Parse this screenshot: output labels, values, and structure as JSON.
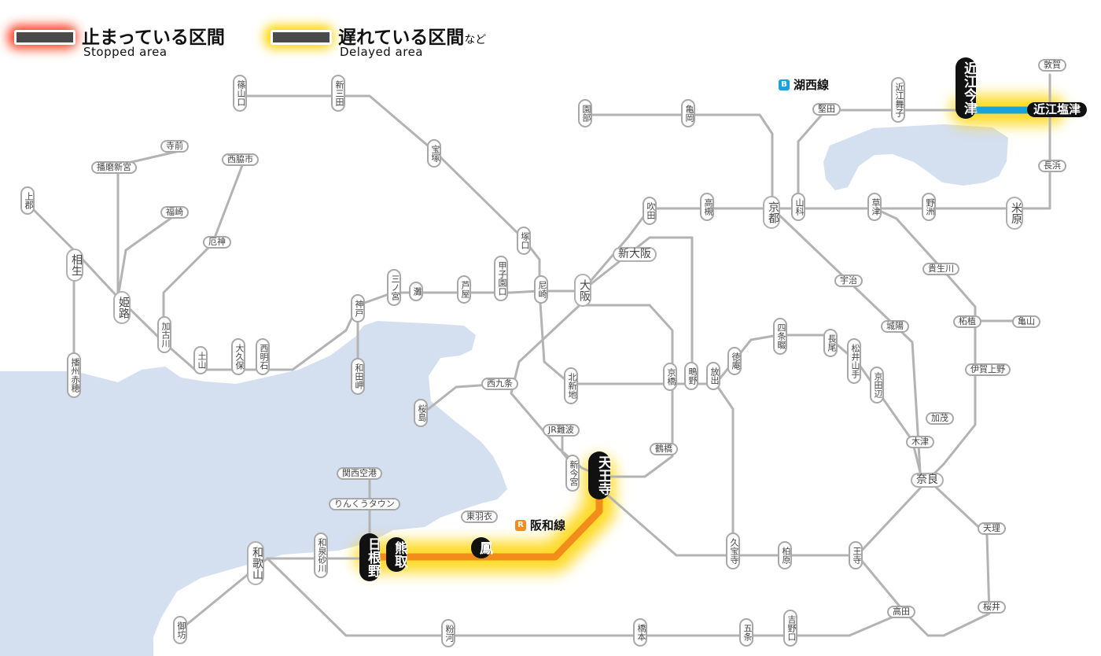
{
  "legend": {
    "stopped": {
      "label": "止まっている区間",
      "sub": "Stopped area",
      "glow": "#ff3b1f"
    },
    "delayed": {
      "label": "遅れている区間",
      "label_suffix": "など",
      "sub": "Delayed area",
      "glow": "#ffd400"
    }
  },
  "lines": {
    "kosei": {
      "badge": "B",
      "label": "湖西線",
      "color": "#1aa3d9"
    },
    "hanwa": {
      "badge": "R",
      "label": "阪和線",
      "color": "#f28c1a"
    }
  },
  "colors": {
    "water": "#d4dff0",
    "track": "#b3b3b3",
    "delay_glow": "#ffd400"
  },
  "stations": [
    {
      "id": "sasayamaguchi",
      "name": "篠山口"
    },
    {
      "id": "shinsanda",
      "name": "新三田"
    },
    {
      "id": "takarazuka",
      "name": "宝塚"
    },
    {
      "id": "sonobe",
      "name": "園部"
    },
    {
      "id": "kameoka",
      "name": "亀岡"
    },
    {
      "id": "katata",
      "name": "堅田"
    },
    {
      "id": "omimaiko",
      "name": "近江舞子"
    },
    {
      "id": "omiimazu",
      "name": "近江今津"
    },
    {
      "id": "tsuruga",
      "name": "敦賀"
    },
    {
      "id": "omishiotsu",
      "name": "近江塩津"
    },
    {
      "id": "nagahama",
      "name": "長浜"
    },
    {
      "id": "maibara",
      "name": "米原"
    },
    {
      "id": "yasu",
      "name": "野洲"
    },
    {
      "id": "kusatsu",
      "name": "草津"
    },
    {
      "id": "yamashina",
      "name": "山科"
    },
    {
      "id": "kyoto",
      "name": "京都"
    },
    {
      "id": "takatsuki",
      "name": "高槻"
    },
    {
      "id": "suita",
      "name": "吹田"
    },
    {
      "id": "shinosaka",
      "name": "新大阪"
    },
    {
      "id": "osaka",
      "name": "大阪"
    },
    {
      "id": "tsukaguchi",
      "name": "塚口"
    },
    {
      "id": "amagasaki",
      "name": "尼崎"
    },
    {
      "id": "koshienguchi",
      "name": "甲子園口"
    },
    {
      "id": "ashiya",
      "name": "芦屋"
    },
    {
      "id": "nada",
      "name": "灘"
    },
    {
      "id": "sannomiya",
      "name": "三ノ宮"
    },
    {
      "id": "kobe",
      "name": "神戸"
    },
    {
      "id": "wadamisaki",
      "name": "和田岬"
    },
    {
      "id": "nishiakashi",
      "name": "西明石"
    },
    {
      "id": "okubo",
      "name": "大久保"
    },
    {
      "id": "tsuchiyama",
      "name": "土山"
    },
    {
      "id": "kakogawa",
      "name": "加古川"
    },
    {
      "id": "yashiro",
      "name": "厄神"
    },
    {
      "id": "nishiwakishi",
      "name": "西脇市"
    },
    {
      "id": "fukusaki",
      "name": "福崎"
    },
    {
      "id": "teramae",
      "name": "寺前"
    },
    {
      "id": "harimashingu",
      "name": "播磨新宮"
    },
    {
      "id": "kamigori",
      "name": "上郡"
    },
    {
      "id": "aioi",
      "name": "相生"
    },
    {
      "id": "himeji",
      "name": "姫路"
    },
    {
      "id": "banshuako",
      "name": "播州赤穂"
    },
    {
      "id": "nishikujo",
      "name": "西九条"
    },
    {
      "id": "sakurajima",
      "name": "桜島"
    },
    {
      "id": "kitashinchi",
      "name": "北新地"
    },
    {
      "id": "kyobashi",
      "name": "京橋"
    },
    {
      "id": "shigino",
      "name": "鴫野"
    },
    {
      "id": "hanaten",
      "name": "放出"
    },
    {
      "id": "tsuruhashi",
      "name": "鶴橋"
    },
    {
      "id": "jrnamba",
      "name": "JR難波"
    },
    {
      "id": "shinimamiya",
      "name": "新今宮"
    },
    {
      "id": "tennoji",
      "name": "天王寺"
    },
    {
      "id": "higashihagoromo",
      "name": "東羽衣"
    },
    {
      "id": "otori",
      "name": "鳳"
    },
    {
      "id": "kumatori",
      "name": "熊取"
    },
    {
      "id": "hineno",
      "name": "日根野"
    },
    {
      "id": "rinkutown",
      "name": "りんくうタウン"
    },
    {
      "id": "kansaiairport",
      "name": "関西空港"
    },
    {
      "id": "izumisunagawa",
      "name": "和泉砂川"
    },
    {
      "id": "wakayama",
      "name": "和歌山"
    },
    {
      "id": "gobo",
      "name": "御坊"
    },
    {
      "id": "kokawa",
      "name": "粉河"
    },
    {
      "id": "hashimoto",
      "name": "橋本"
    },
    {
      "id": "gojo",
      "name": "五条"
    },
    {
      "id": "yoshinoguchi",
      "name": "吉野口"
    },
    {
      "id": "takada",
      "name": "高田"
    },
    {
      "id": "oji",
      "name": "王寺"
    },
    {
      "id": "kashiwara",
      "name": "柏原"
    },
    {
      "id": "kyuhoji",
      "name": "久宝寺"
    },
    {
      "id": "sakurai",
      "name": "桜井"
    },
    {
      "id": "tenri",
      "name": "天理"
    },
    {
      "id": "nara",
      "name": "奈良"
    },
    {
      "id": "kizu",
      "name": "木津"
    },
    {
      "id": "kamo",
      "name": "加茂"
    },
    {
      "id": "igaueno",
      "name": "伊賀上野"
    },
    {
      "id": "tsuge",
      "name": "柘植"
    },
    {
      "id": "kameyama",
      "name": "亀山"
    },
    {
      "id": "kibukawa",
      "name": "貴生川"
    },
    {
      "id": "uji",
      "name": "宇治"
    },
    {
      "id": "joyo",
      "name": "城陽"
    },
    {
      "id": "kyotanabe",
      "name": "京田辺"
    },
    {
      "id": "matsuiyamate",
      "name": "松井山手"
    },
    {
      "id": "nagao",
      "name": "長尾"
    },
    {
      "id": "shijonawate",
      "name": "四条畷"
    },
    {
      "id": "tokuan",
      "name": "徳庵"
    }
  ]
}
